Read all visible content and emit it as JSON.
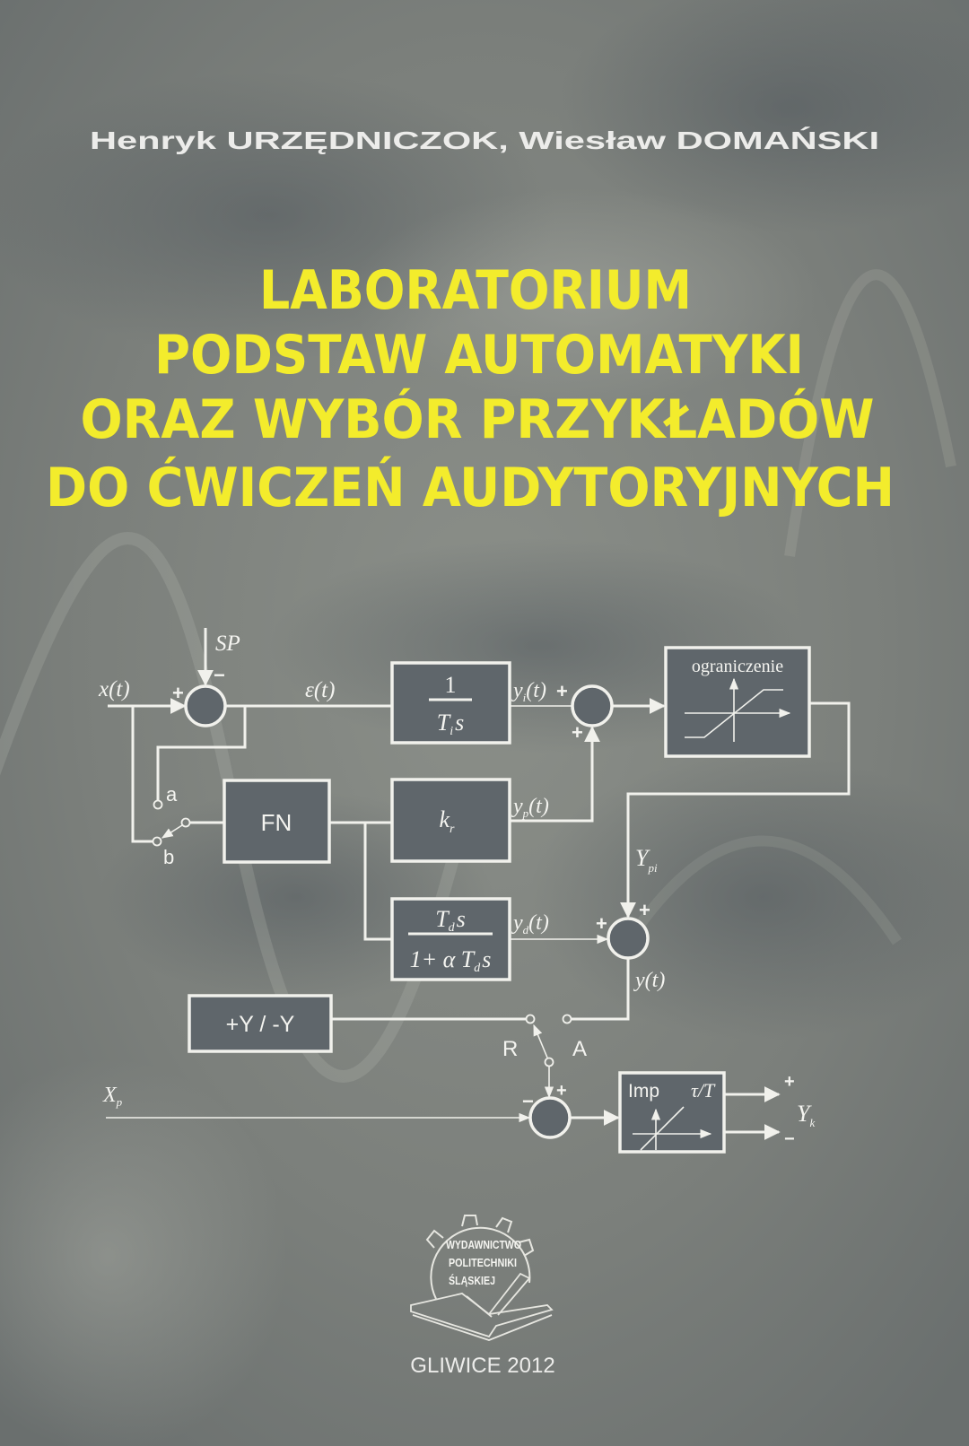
{
  "authors": "Henryk URZĘDNICZOK, Wiesław DOMAŃSKI",
  "title_lines": [
    "LABORATORIUM",
    "PODSTAW AUTOMATYKI",
    "ORAZ WYBÓR PRZYKŁADÓW",
    "DO ĆWICZEŃ AUDYTORYJNYCH"
  ],
  "diagram": {
    "plus": "+",
    "minus": "−",
    "setpoint": "SP",
    "input": "x(t)",
    "error": "ε(t)",
    "integrator": {
      "num": "1",
      "den_main": "T",
      "den_sub": "i",
      "den_suffix": "s"
    },
    "fn_block": "FN",
    "gain": {
      "main": "k",
      "sub": "r"
    },
    "derivative": {
      "num_main": "T",
      "num_sub": "d",
      "num_suffix": "s",
      "den_prefix": "1+ α T",
      "den_sub": "d",
      "den_suffix": "s"
    },
    "yi": {
      "main": "y",
      "sub": "i",
      "suffix": "(t)"
    },
    "yp": {
      "main": "y",
      "sub": "p",
      "suffix": "(t)"
    },
    "yd": {
      "main": "y",
      "sub": "d",
      "suffix": "(t)"
    },
    "ypi": {
      "main": "Y",
      "sub": "pi"
    },
    "output": "y(t)",
    "limiter": "ograniczenie",
    "relay": "+Y / -Y",
    "switch_a": "a",
    "switch_b": "b",
    "switch_r": "R",
    "switch_auto": "A",
    "xp": {
      "main": "X",
      "sub": "p"
    },
    "imp": "Imp",
    "tau": "τ/T",
    "yk": {
      "main": "Y",
      "sub": "k"
    }
  },
  "publisher_logo": [
    "WYDAWNICTWO",
    "POLITECHNIKI",
    "ŚLĄSKIEJ"
  ],
  "imprint": "GLIWICE 2012",
  "colors": {
    "title": "#f3ec2c",
    "background": "#7e827e",
    "block_fill": "#5f666b",
    "lines": "#f1f1ec"
  }
}
